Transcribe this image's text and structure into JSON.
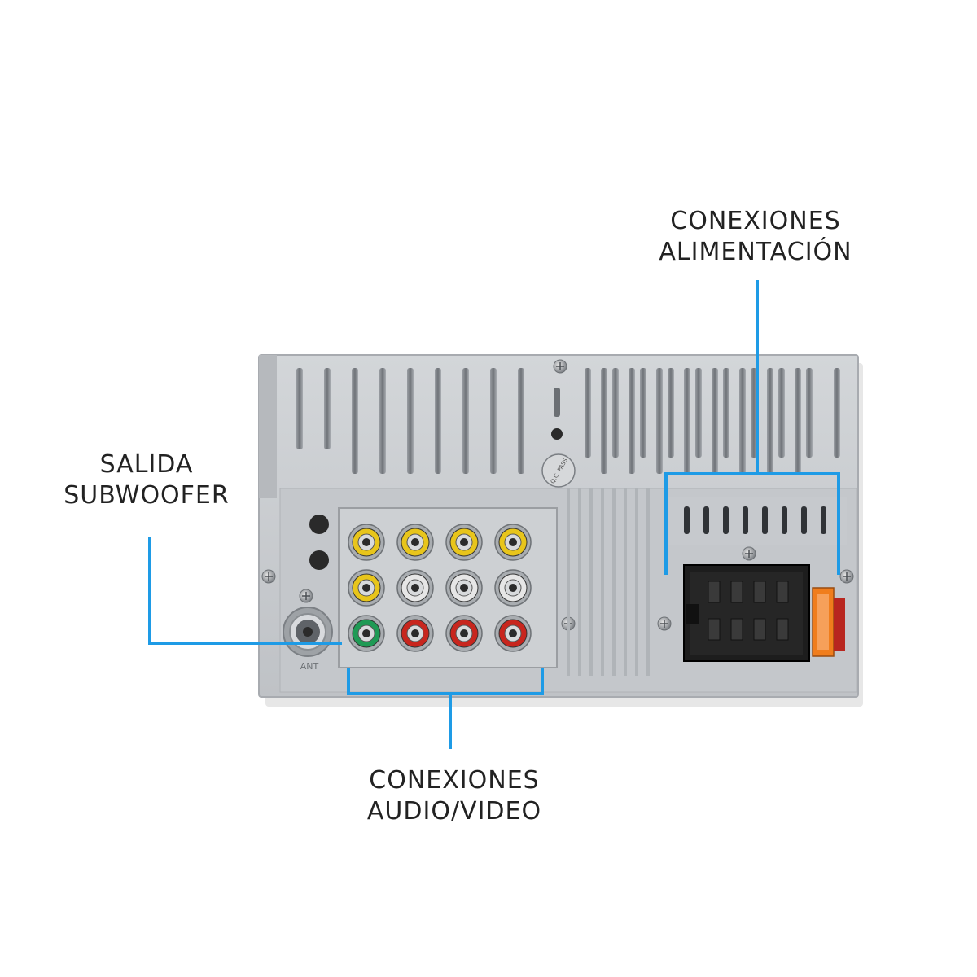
{
  "callouts": {
    "power": {
      "line1": "CONEXIONES",
      "line2": "ALIMENTACIÓN"
    },
    "subwoofer": {
      "line1": "SALIDA",
      "line2": "SUBWOOFER"
    },
    "audio_video": {
      "line1": "CONEXIONES",
      "line2": "AUDIO/VIDEO"
    }
  },
  "panel_marks": {
    "antenna": "ANT",
    "qc_seal": "Q.C. PASS"
  },
  "colors": {
    "callout_line": "#1e9be6",
    "panel": "#c9cccf",
    "rca_yellow": "#e8c51b",
    "rca_white": "#e6e6e6",
    "rca_red": "#c8261e",
    "rca_green": "#1f9a55",
    "iso_connector": "#1d1d1d",
    "fuse": "#f07d1c"
  },
  "rca_jacks": {
    "rows": [
      [
        "yellow",
        "yellow",
        "yellow",
        "yellow"
      ],
      [
        "yellow",
        "white",
        "white",
        "white"
      ],
      [
        "green",
        "red",
        "red",
        "red"
      ]
    ]
  }
}
